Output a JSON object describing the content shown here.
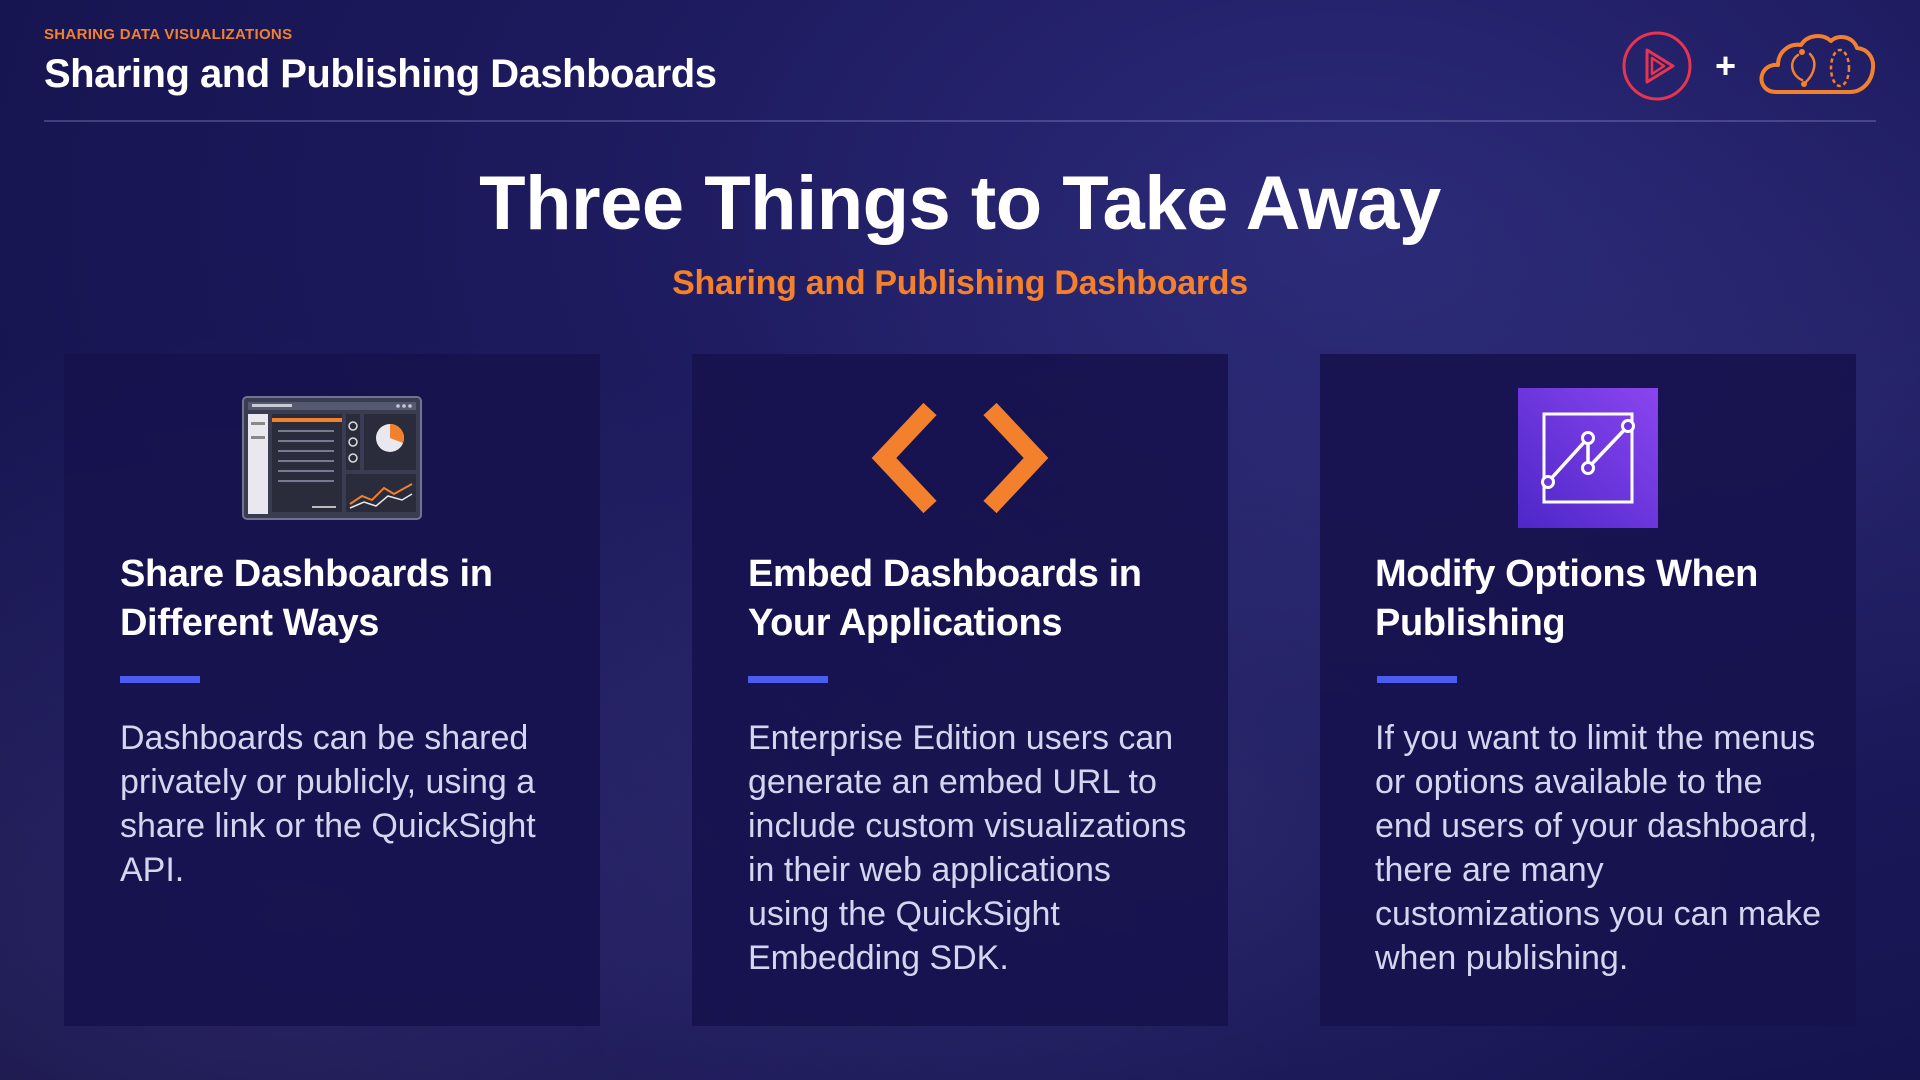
{
  "header": {
    "eyebrow": "SHARING DATA VISUALIZATIONS",
    "title": "Sharing and Publishing Dashboards",
    "plus_symbol": "+"
  },
  "main": {
    "title": "Three Things to Take Away",
    "subtitle": "Sharing and Publishing Dashboards"
  },
  "cards": [
    {
      "title": "Share Dashboards in Different Ways",
      "text": "Dashboards can be shared privately or publicly, using a share link or the QuickSight API.",
      "icon": "dashboard-screenshot-icon"
    },
    {
      "title": "Embed Dashboards in Your Applications",
      "text": "Enterprise Edition users can generate an embed URL to include custom visualizations in their web applications using the QuickSight Embedding SDK.",
      "icon": "code-brackets-icon"
    },
    {
      "title": "Modify Options When Publishing",
      "text": "If you want to limit the menus or options available to the end users of your dashboard, there are many customizations you can make when publishing.",
      "icon": "analytics-chart-icon"
    }
  ],
  "colors": {
    "accent_orange": "#f2802d",
    "accent_blue": "#4b5cf0",
    "background": "#1d1a5e",
    "card_background": "#16124e",
    "pluralsight_red": "#e8344e",
    "quicksight_purple": "#7b3fe4"
  }
}
